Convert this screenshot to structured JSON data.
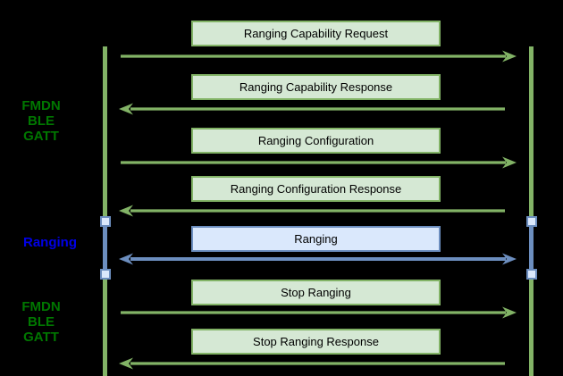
{
  "colors": {
    "background": "#000000",
    "green_fill": "#d5e8d4",
    "green_stroke": "#82b366",
    "blue_fill": "#dae8fc",
    "blue_stroke": "#6c8ebf",
    "green_label_text": "#007700",
    "blue_label_text": "#0000e6",
    "box_text": "#000000"
  },
  "sections": [
    {
      "label": "FMDN\nBLE\nGATT",
      "scheme": "green"
    },
    {
      "label": "Ranging",
      "scheme": "blue"
    },
    {
      "label": "FMDN\nBLE\nGATT",
      "scheme": "green"
    }
  ],
  "messages": [
    {
      "label": "Ranging Capability Request",
      "direction": "right",
      "scheme": "green"
    },
    {
      "label": "Ranging Capability Response",
      "direction": "left",
      "scheme": "green"
    },
    {
      "label": "Ranging Configuration",
      "direction": "right",
      "scheme": "green"
    },
    {
      "label": "Ranging Configuration Response",
      "direction": "left",
      "scheme": "green"
    },
    {
      "label": "Ranging",
      "direction": "both",
      "scheme": "blue"
    },
    {
      "label": "Stop Ranging",
      "direction": "right",
      "scheme": "green"
    },
    {
      "label": "Stop Ranging Response",
      "direction": "left",
      "scheme": "green"
    }
  ]
}
